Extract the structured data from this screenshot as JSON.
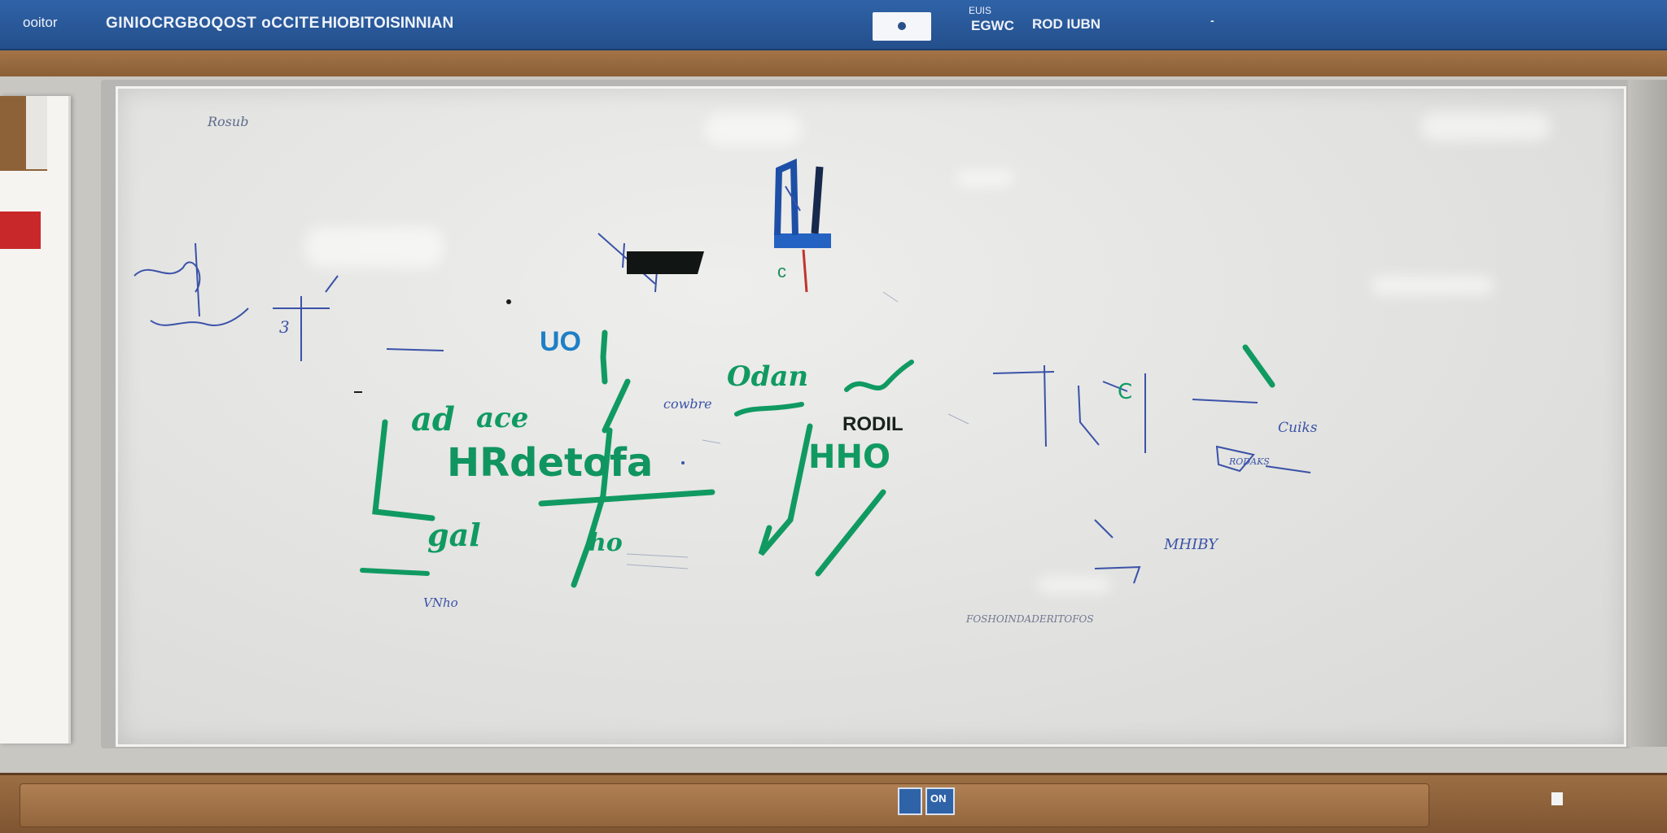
{
  "banner": {
    "left_text": "ooitor",
    "title": "GINIOCRGBOQOST oCCITE",
    "subtitle": "HIOBITOISINNIAN",
    "small_text": "EUIS",
    "mid_text": "EGWC",
    "right_text": "ROD IUBN",
    "dash": "-"
  },
  "board": {
    "corner_note": "Rosub",
    "blue_label": "UO",
    "big_green_word": "HRdetofa",
    "green_word_a": "Odan",
    "green_word_b": "HHO",
    "green_scribble_1": "ad",
    "green_scribble_2": "ace",
    "green_scribble_3": "gal",
    "green_scribble_4": "ho",
    "dark_label": "RODIL",
    "blue_note_1": "cowbre",
    "blue_note_2": "VNho",
    "blue_note_3": "Cuiks",
    "blue_note_4": "MHIBY",
    "bottom_note": "FOSHOINDADERITOFOS",
    "sign_text": "RODAKS"
  },
  "tray": {
    "icon_label": "ON"
  }
}
